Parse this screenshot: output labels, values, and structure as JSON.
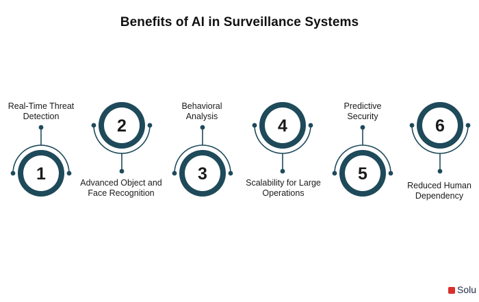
{
  "title": "Benefits of AI in Surveillance Systems",
  "colors": {
    "ring": "#1e4a5a",
    "inner": "#ffffff",
    "number": "#1a1a1a",
    "connector": "#1e4a5a",
    "brand_logo": "#d9302c"
  },
  "steps": [
    {
      "number": "1",
      "label": "Real-Time Threat\nDetection"
    },
    {
      "number": "2",
      "label": "Advanced Object and\nFace Recognition"
    },
    {
      "number": "3",
      "label": "Behavioral\nAnalysis"
    },
    {
      "number": "4",
      "label": "Scalability for Large\nOperations"
    },
    {
      "number": "5",
      "label": "Predictive\nSecurity"
    },
    {
      "number": "6",
      "label": "Reduced Human\nDependency"
    }
  ],
  "brand": {
    "text": "Solu",
    "logo_icon": "brand-logo-icon"
  }
}
